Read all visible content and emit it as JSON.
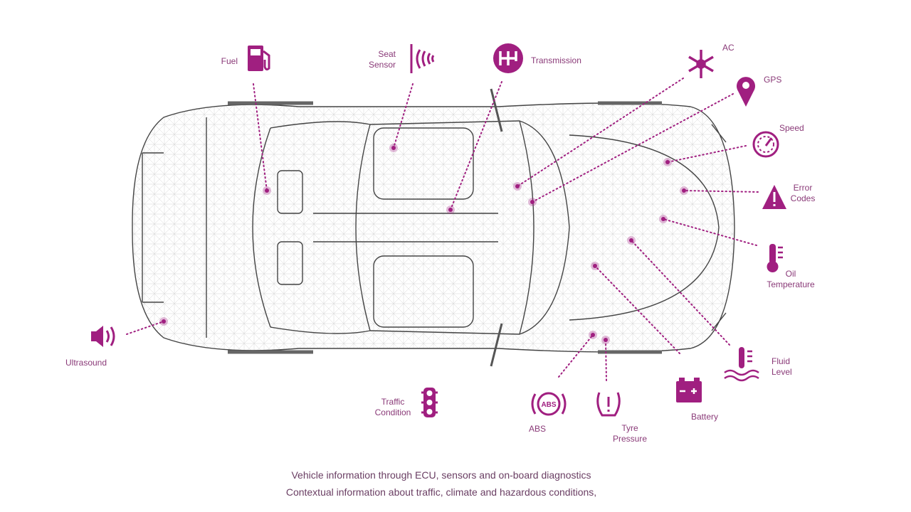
{
  "accent_color": "#a01f80",
  "features": [
    {
      "id": "fuel",
      "label": "Fuel",
      "icon": "fuel-pump-icon"
    },
    {
      "id": "seat",
      "label": "Seat Sensor",
      "line1": "Seat",
      "line2": "Sensor",
      "icon": "seat-sensor-icon"
    },
    {
      "id": "transmission",
      "label": "Transmission",
      "icon": "gear-shift-icon"
    },
    {
      "id": "ac",
      "label": "AC",
      "icon": "snowflake-icon"
    },
    {
      "id": "gps",
      "label": "GPS",
      "icon": "map-pin-icon"
    },
    {
      "id": "speed",
      "label": "Speed",
      "icon": "speedometer-icon"
    },
    {
      "id": "error",
      "label": "Error Codes",
      "line1": "Error",
      "line2": "Codes",
      "icon": "warning-icon"
    },
    {
      "id": "oil",
      "label": "Oil Temperature",
      "line1": "Oil",
      "line2": "Temperature",
      "icon": "thermometer-icon"
    },
    {
      "id": "fluid",
      "label": "Fluid Level",
      "line1": "Fluid",
      "line2": "Level",
      "icon": "fluid-level-icon"
    },
    {
      "id": "battery",
      "label": "Battery",
      "icon": "battery-icon"
    },
    {
      "id": "tyre",
      "label": "Tyre Pressure",
      "line1": "Tyre",
      "line2": "Pressure",
      "icon": "tyre-pressure-icon"
    },
    {
      "id": "abs",
      "label": "ABS",
      "icon": "abs-icon"
    },
    {
      "id": "traffic",
      "label": "Traffic Condition",
      "line1": "Traffic",
      "line2": "Condition",
      "icon": "traffic-light-icon"
    },
    {
      "id": "ultrasound",
      "label": "Ultrasound",
      "icon": "speaker-icon"
    }
  ],
  "footer": {
    "line1": "Vehicle information through ECU, sensors and on-board diagnostics",
    "line2": "Contextual information about traffic, climate and hazardous conditions,"
  }
}
